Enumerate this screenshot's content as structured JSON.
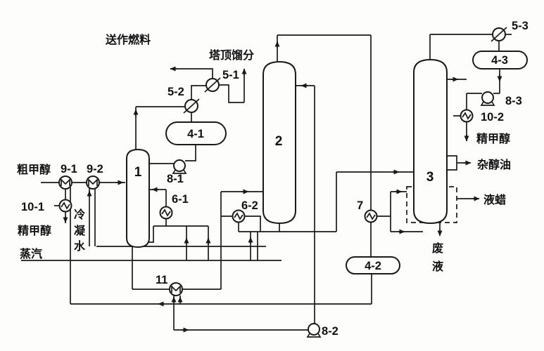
{
  "meta": {
    "title": "三塔精馏流程图",
    "type": "process-flow-diagram",
    "colors": {
      "line": "#1a1a1a",
      "paper": "#fdfdfc"
    }
  },
  "labels": {
    "fuel": "送作燃料",
    "overhead": "塔顶馏分",
    "crude": "粗甲醇",
    "refined_left": "精甲醇",
    "steam": "蒸汽",
    "cond1": "冷",
    "cond2": "凝",
    "cond3": "水",
    "refined_right": "精甲醇",
    "fusel": "杂醇油",
    "wax": "液蜡",
    "waste1": "废",
    "waste2": "液"
  },
  "tags": {
    "col1": "1",
    "col2": "2",
    "col3": "3",
    "d41": "4-1",
    "d42": "4-2",
    "d43": "4-3",
    "c51": "5-1",
    "c52": "5-2",
    "c53": "5-3",
    "e61": "6-1",
    "e62": "6-2",
    "e7": "7",
    "p81": "8-1",
    "p82": "8-2",
    "p83": "8-3",
    "e91": "9-1",
    "e92": "9-2",
    "e101": "10-1",
    "e102": "10-2",
    "e11": "11"
  }
}
